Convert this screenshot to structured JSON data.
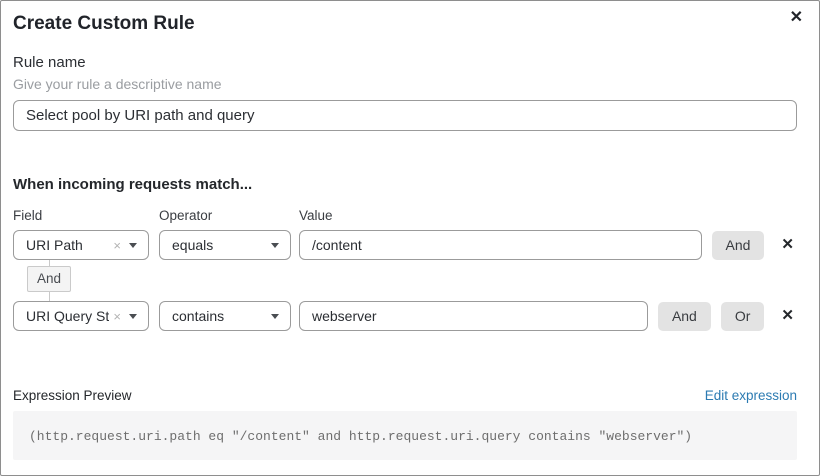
{
  "dialog": {
    "title": "Create Custom Rule"
  },
  "icons": {
    "close": "✕",
    "clear": "×",
    "delete": "✕"
  },
  "rule_name": {
    "label": "Rule name",
    "helper": "Give your rule a descriptive name",
    "value": "Select pool by URI path and query"
  },
  "match_section": {
    "heading": "When incoming requests match...",
    "columns": {
      "field": "Field",
      "operator": "Operator",
      "value": "Value"
    },
    "connector_label": "And",
    "rows": [
      {
        "field": "URI Path",
        "operator": "equals",
        "value": "/content",
        "buttons": {
          "and": "And"
        }
      },
      {
        "field": "URI Query St...",
        "operator": "contains",
        "value": "webserver",
        "buttons": {
          "and": "And",
          "or": "Or"
        }
      }
    ]
  },
  "expression_preview": {
    "label": "Expression Preview",
    "edit_link": "Edit expression",
    "expression": "(http.request.uri.path eq \"/content\" and http.request.uri.query contains \"webserver\")"
  },
  "colors": {
    "link_blue": "#2c7bb2",
    "input_border": "#9b9b9b",
    "button_gray": "#e3e3e3",
    "code_bg": "#f5f5f6"
  }
}
